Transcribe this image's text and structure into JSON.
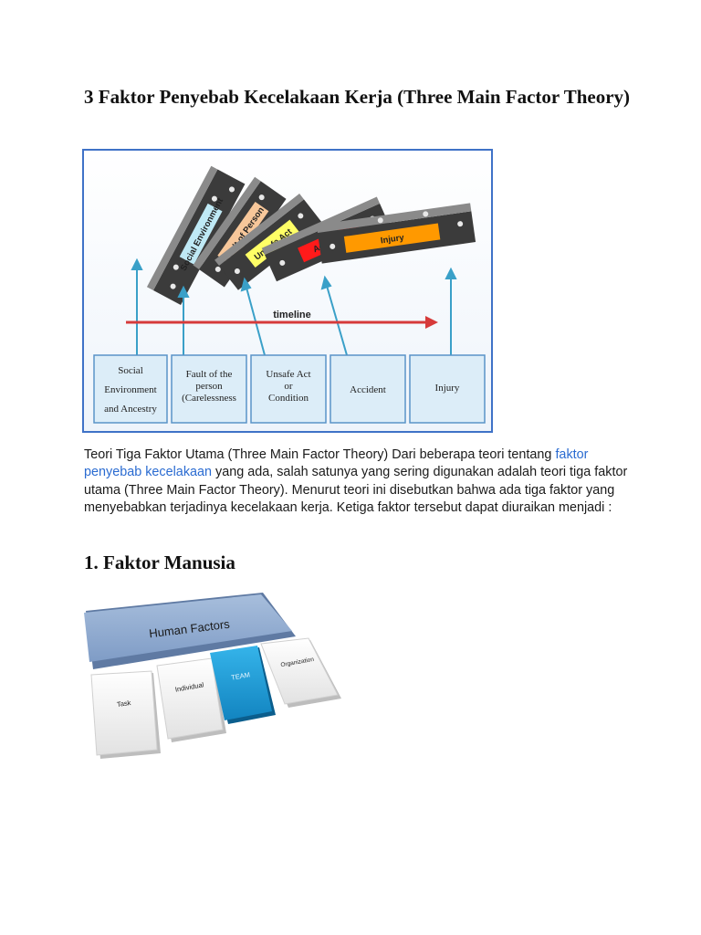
{
  "article": {
    "title": "3 Faktor Penyebab Kecelakaan Kerja (Three Main Factor Theory)",
    "paragraph": {
      "before_link": "Teori Tiga Faktor Utama (Three Main Factor Theory) Dari beberapa teori tentang ",
      "link": "faktor penyebab kecelakaan",
      "after_link": " yang ada, salah satunya yang sering digunakan adalah teori tiga faktor utama (Three Main Factor Theory). Menurut teori ini disebutkan bahwa ada tiga faktor yang menyebabkan terjadinya kecelakaan kerja. Ketiga faktor tersebut dapat diuraikan menjadi :"
    },
    "section_heading": "1. Faktor Manusia"
  },
  "domino_figure": {
    "timeline_label": "timeline",
    "domino_labels": [
      "Social Environment",
      "Fault of Person",
      "Unsafe Act",
      "Accident",
      "Injury"
    ],
    "domino_colors": [
      "#bfe9f5",
      "#f7c79a",
      "#ffff66",
      "#ff1a1a",
      "#ff9900"
    ],
    "boxes": [
      [
        "Social",
        "Environment",
        "and Ancestry"
      ],
      [
        "Fault of the",
        "person",
        "(Carelessness"
      ],
      [
        "Unsafe Act",
        "or",
        "Condition"
      ],
      [
        "Accident"
      ],
      [
        "Injury"
      ]
    ],
    "colors": {
      "frame": "#3f72c7",
      "arrow": "#d63a3a",
      "box_fill": "#dcedf8",
      "box_stroke": "#5a93c8",
      "pointer": "#3aa0c8"
    }
  },
  "human_factors_figure": {
    "header": "Human Factors",
    "tiles": [
      "Task",
      "Individual",
      "TEAM",
      "Organization"
    ],
    "colors": {
      "header": "#8ea9cf",
      "highlight": "#1f9bd8",
      "tile": "#f4f4f4"
    }
  }
}
